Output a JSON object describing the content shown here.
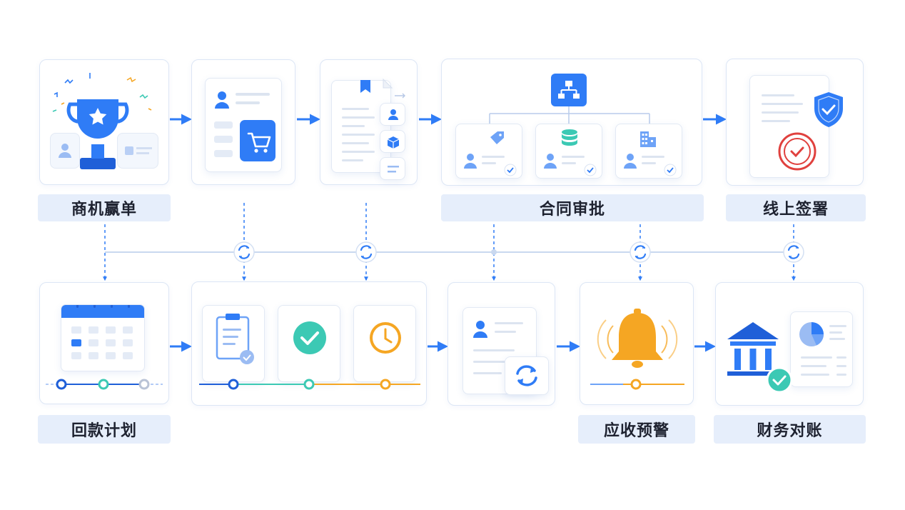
{
  "stages": {
    "opportunity": {
      "label": "商机赢单"
    },
    "contract": {
      "label": "合同审批"
    },
    "signing": {
      "label": "线上签署"
    },
    "payment_plan": {
      "label": "回款计划"
    },
    "receivable_alert": {
      "label": "应收预警"
    },
    "reconciliation": {
      "label": "财务对账"
    }
  },
  "colors": {
    "primary": "#2f7cf6",
    "dark_blue": "#1f5fd8",
    "teal": "#3cc9b4",
    "orange": "#f5a623",
    "red": "#e0413e",
    "label_bg": "#e6eefb",
    "border": "#dce6f5"
  },
  "icons": [
    "trophy-icon",
    "cart-icon",
    "bookmark-icon",
    "org-chart-icon",
    "tag-icon",
    "database-icon",
    "building-icon",
    "shield-check-icon",
    "seal-icon",
    "calendar-icon",
    "clipboard-icon",
    "check-circle-icon",
    "clock-icon",
    "sync-icon",
    "bell-icon",
    "bank-icon",
    "pie-chart-icon"
  ]
}
